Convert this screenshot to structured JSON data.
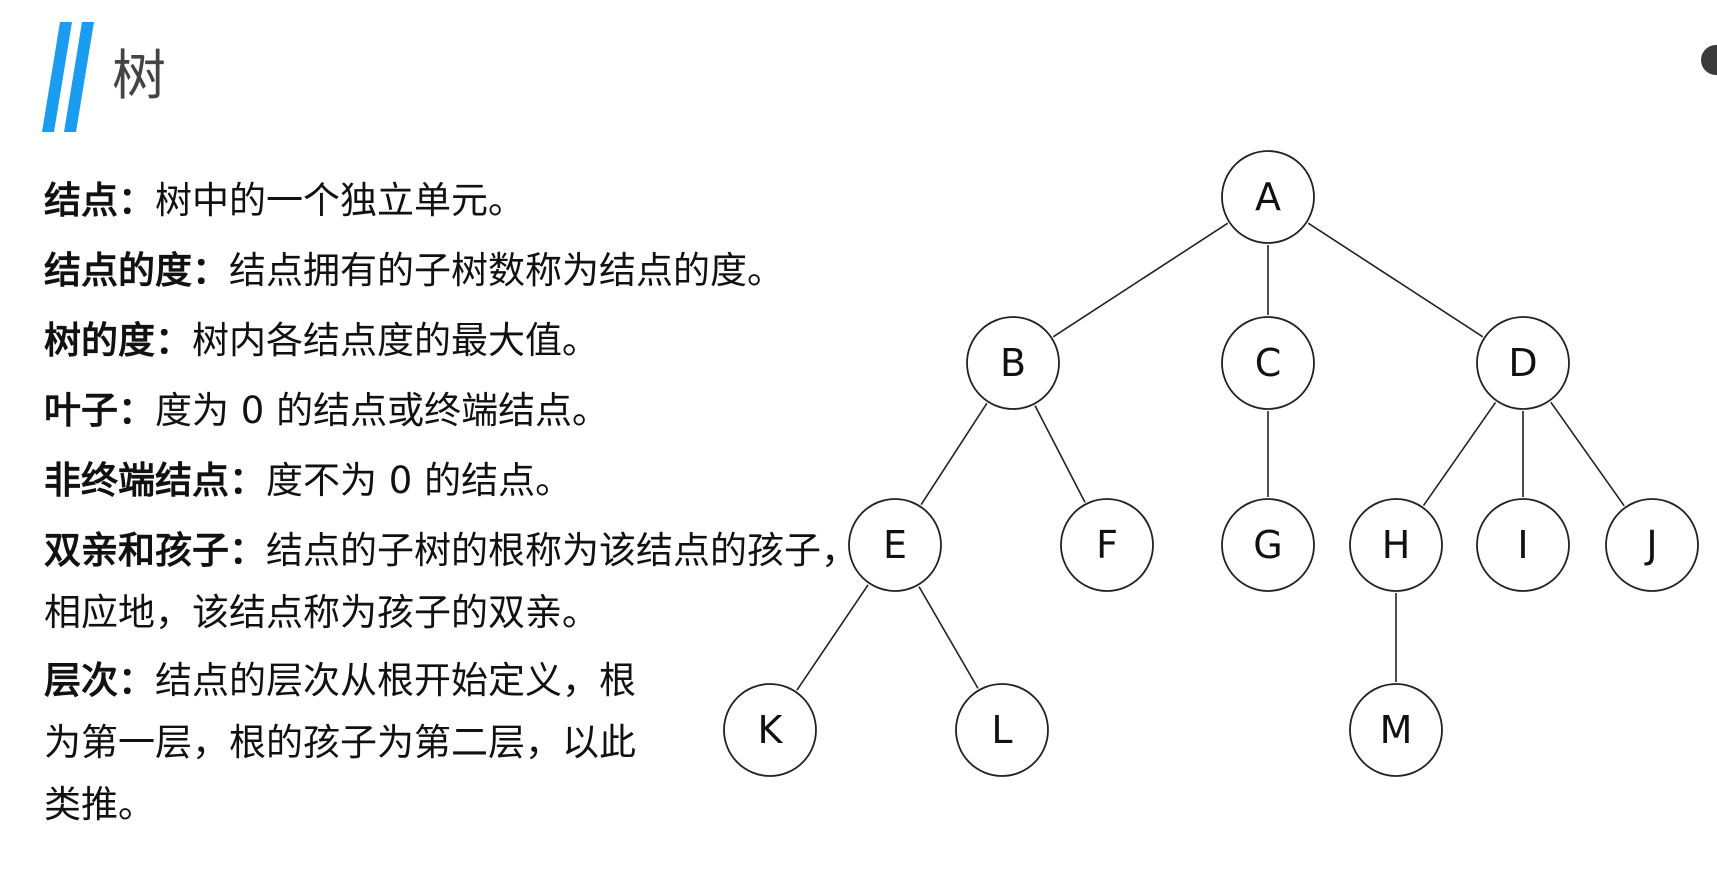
{
  "title": "树",
  "accent_color": "#1a9cf0",
  "definitions": [
    {
      "term": "结点：",
      "text": "树中的一个独立单元。"
    },
    {
      "term": "结点的度：",
      "text": "结点拥有的子树数称为结点的度。"
    },
    {
      "term": "树的度：",
      "text": "树内各结点度的最大值。"
    },
    {
      "term": "叶子：",
      "text": "度为 0 的结点或终端结点。"
    },
    {
      "term": "非终端结点：",
      "text": "度不为 0 的结点。"
    },
    {
      "term": "双亲和孩子：",
      "text": "结点的子树的根称为该结点的孩子，相应地，该结点称为孩子的双亲。"
    },
    {
      "term": "层次：",
      "text": "结点的层次从根开始定义，根为第一层，根的孩子为第二层，以此类推。"
    }
  ],
  "tree": {
    "nodes": [
      "A",
      "B",
      "C",
      "D",
      "E",
      "F",
      "G",
      "H",
      "I",
      "J",
      "K",
      "L",
      "M"
    ],
    "edges": [
      [
        "A",
        "B"
      ],
      [
        "A",
        "C"
      ],
      [
        "A",
        "D"
      ],
      [
        "B",
        "E"
      ],
      [
        "B",
        "F"
      ],
      [
        "C",
        "G"
      ],
      [
        "D",
        "H"
      ],
      [
        "D",
        "I"
      ],
      [
        "D",
        "J"
      ],
      [
        "E",
        "K"
      ],
      [
        "E",
        "L"
      ],
      [
        "H",
        "M"
      ]
    ]
  }
}
